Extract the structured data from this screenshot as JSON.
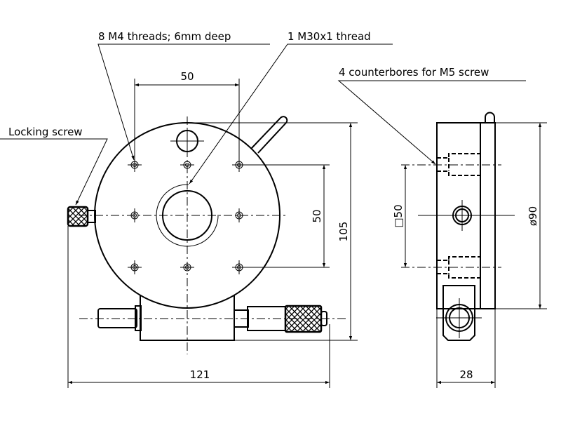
{
  "labels": {
    "m4_threads": "8 M4 threads; 6mm deep",
    "m30_thread": "1 M30x1 thread",
    "counterbores": "4 counterbores for M5 screw",
    "locking_screw": "Locking screw"
  },
  "dimensions": {
    "hole_spacing_horizontal": "50",
    "hole_spacing_vertical": "50",
    "total_height": "105",
    "total_width": "121",
    "square_50": "□50",
    "diameter_90": "ø90",
    "depth_28": "28"
  }
}
